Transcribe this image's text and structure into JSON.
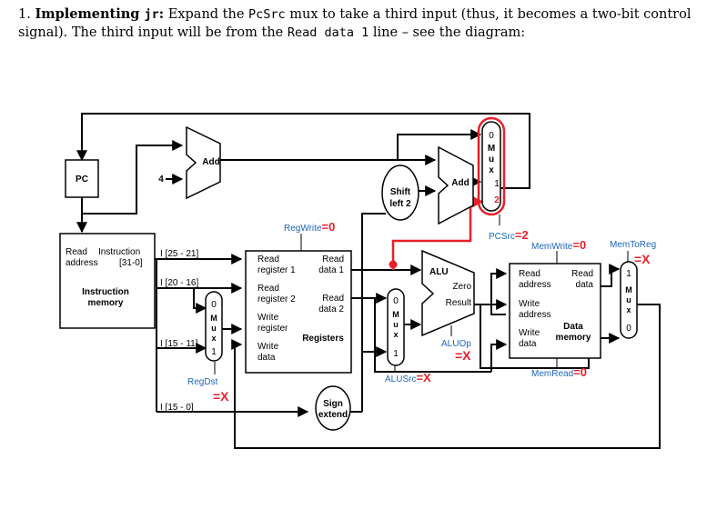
{
  "question": {
    "number": "1.",
    "title": "Implementing",
    "title_code": "jr",
    "title_colon": ":",
    "text_1": " Expand the ",
    "code_1": "PcSrc",
    "text_2": " mux to take a third input (thus, it becomes a two-bit control signal). The third input will be from the ",
    "code_2": "Read data 1",
    "text_3": " line – see the diagram:"
  },
  "diagram": {
    "pc": "PC",
    "add": "Add",
    "four": "4",
    "shift_left_1": "Shift",
    "shift_left_2": "left 2",
    "alu": "ALU",
    "zero": "Zero",
    "result": "Result",
    "instr_mem": {
      "read": "Read",
      "address": "address",
      "instruction": "Instruction",
      "range": "[31-0]",
      "title_1": "Instruction",
      "title_2": "memory"
    },
    "fields": {
      "rs": "I [25 - 21]",
      "rt": "I [20 - 16]",
      "rd": "I [15 - 11]",
      "imm": "I [15 - 0]"
    },
    "registers": {
      "read_register_1a": "Read",
      "read_register_1b": "register 1",
      "read_register_2a": "Read",
      "read_register_2b": "register 2",
      "write_register_a": "Write",
      "write_register_b": "register",
      "write_data_a": "Write",
      "write_data_b": "data",
      "read_data_1a": "Read",
      "read_data_1b": "data 1",
      "read_data_2a": "Read",
      "read_data_2b": "data 2",
      "title": "Registers"
    },
    "data_memory": {
      "read_address_a": "Read",
      "read_address_b": "address",
      "write_address_a": "Write",
      "write_address_b": "address",
      "write_data_a": "Write",
      "write_data_b": "data",
      "read_data_a": "Read",
      "read_data_b": "data",
      "title_1": "Data",
      "title_2": "memory"
    },
    "sign_extend_1": "Sign",
    "sign_extend_2": "extend",
    "mux_letters": [
      "M",
      "u",
      "x"
    ],
    "mux_0": "0",
    "mux_1": "1",
    "mux_2": "2",
    "controls": {
      "regwrite": "RegWrite",
      "regwrite_val": "=0",
      "regdst": "RegDst",
      "regdst_val": "=X",
      "alusrc": "ALUSrc",
      "alusrc_val": "=X",
      "aluop": "ALUOp",
      "aluop_val": "=X",
      "pcsrc": "PCSrc",
      "pcsrc_val": "=2",
      "memwrite": "MemWrite",
      "memwrite_val": "=0",
      "memread": "MemRead",
      "memread_val": "=0",
      "memtoreg": "MemToReg",
      "memtoreg_val": "=X"
    },
    "colors": {
      "highlight": "#e8202a",
      "line": "#000000"
    }
  }
}
